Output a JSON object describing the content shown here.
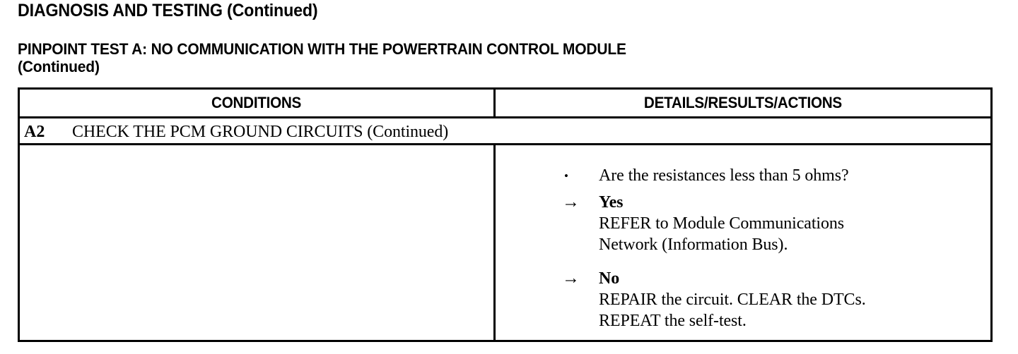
{
  "document": {
    "section_heading": "DIAGNOSIS AND TESTING (Continued)",
    "test_heading_line1": "PINPOINT TEST A: NO COMMUNICATION WITH THE POWERTRAIN CONTROL MODULE",
    "test_heading_line2": "(Continued)"
  },
  "table": {
    "columns": [
      {
        "label": "CONDITIONS"
      },
      {
        "label": "DETAILS/RESULTS/ACTIONS"
      }
    ],
    "step": {
      "code": "A2",
      "title": "CHECK THE PCM GROUND CIRCUITS (Continued)"
    },
    "conditions_cell": "",
    "details": [
      {
        "marker": "bullet",
        "marker_glyph": "•",
        "lead": "",
        "lines": [
          "Are the resistances less than 5 ohms?"
        ]
      },
      {
        "marker": "arrow",
        "marker_glyph": "→",
        "lead": "Yes",
        "lines": [
          "REFER to Module Communications",
          "Network (Information Bus)."
        ]
      },
      {
        "marker": "arrow",
        "marker_glyph": "→",
        "lead": "No",
        "lines": [
          "REPAIR the circuit. CLEAR the DTCs.",
          "REPEAT the self-test."
        ]
      }
    ]
  },
  "colors": {
    "ink": "#000000",
    "paper": "#ffffff"
  }
}
